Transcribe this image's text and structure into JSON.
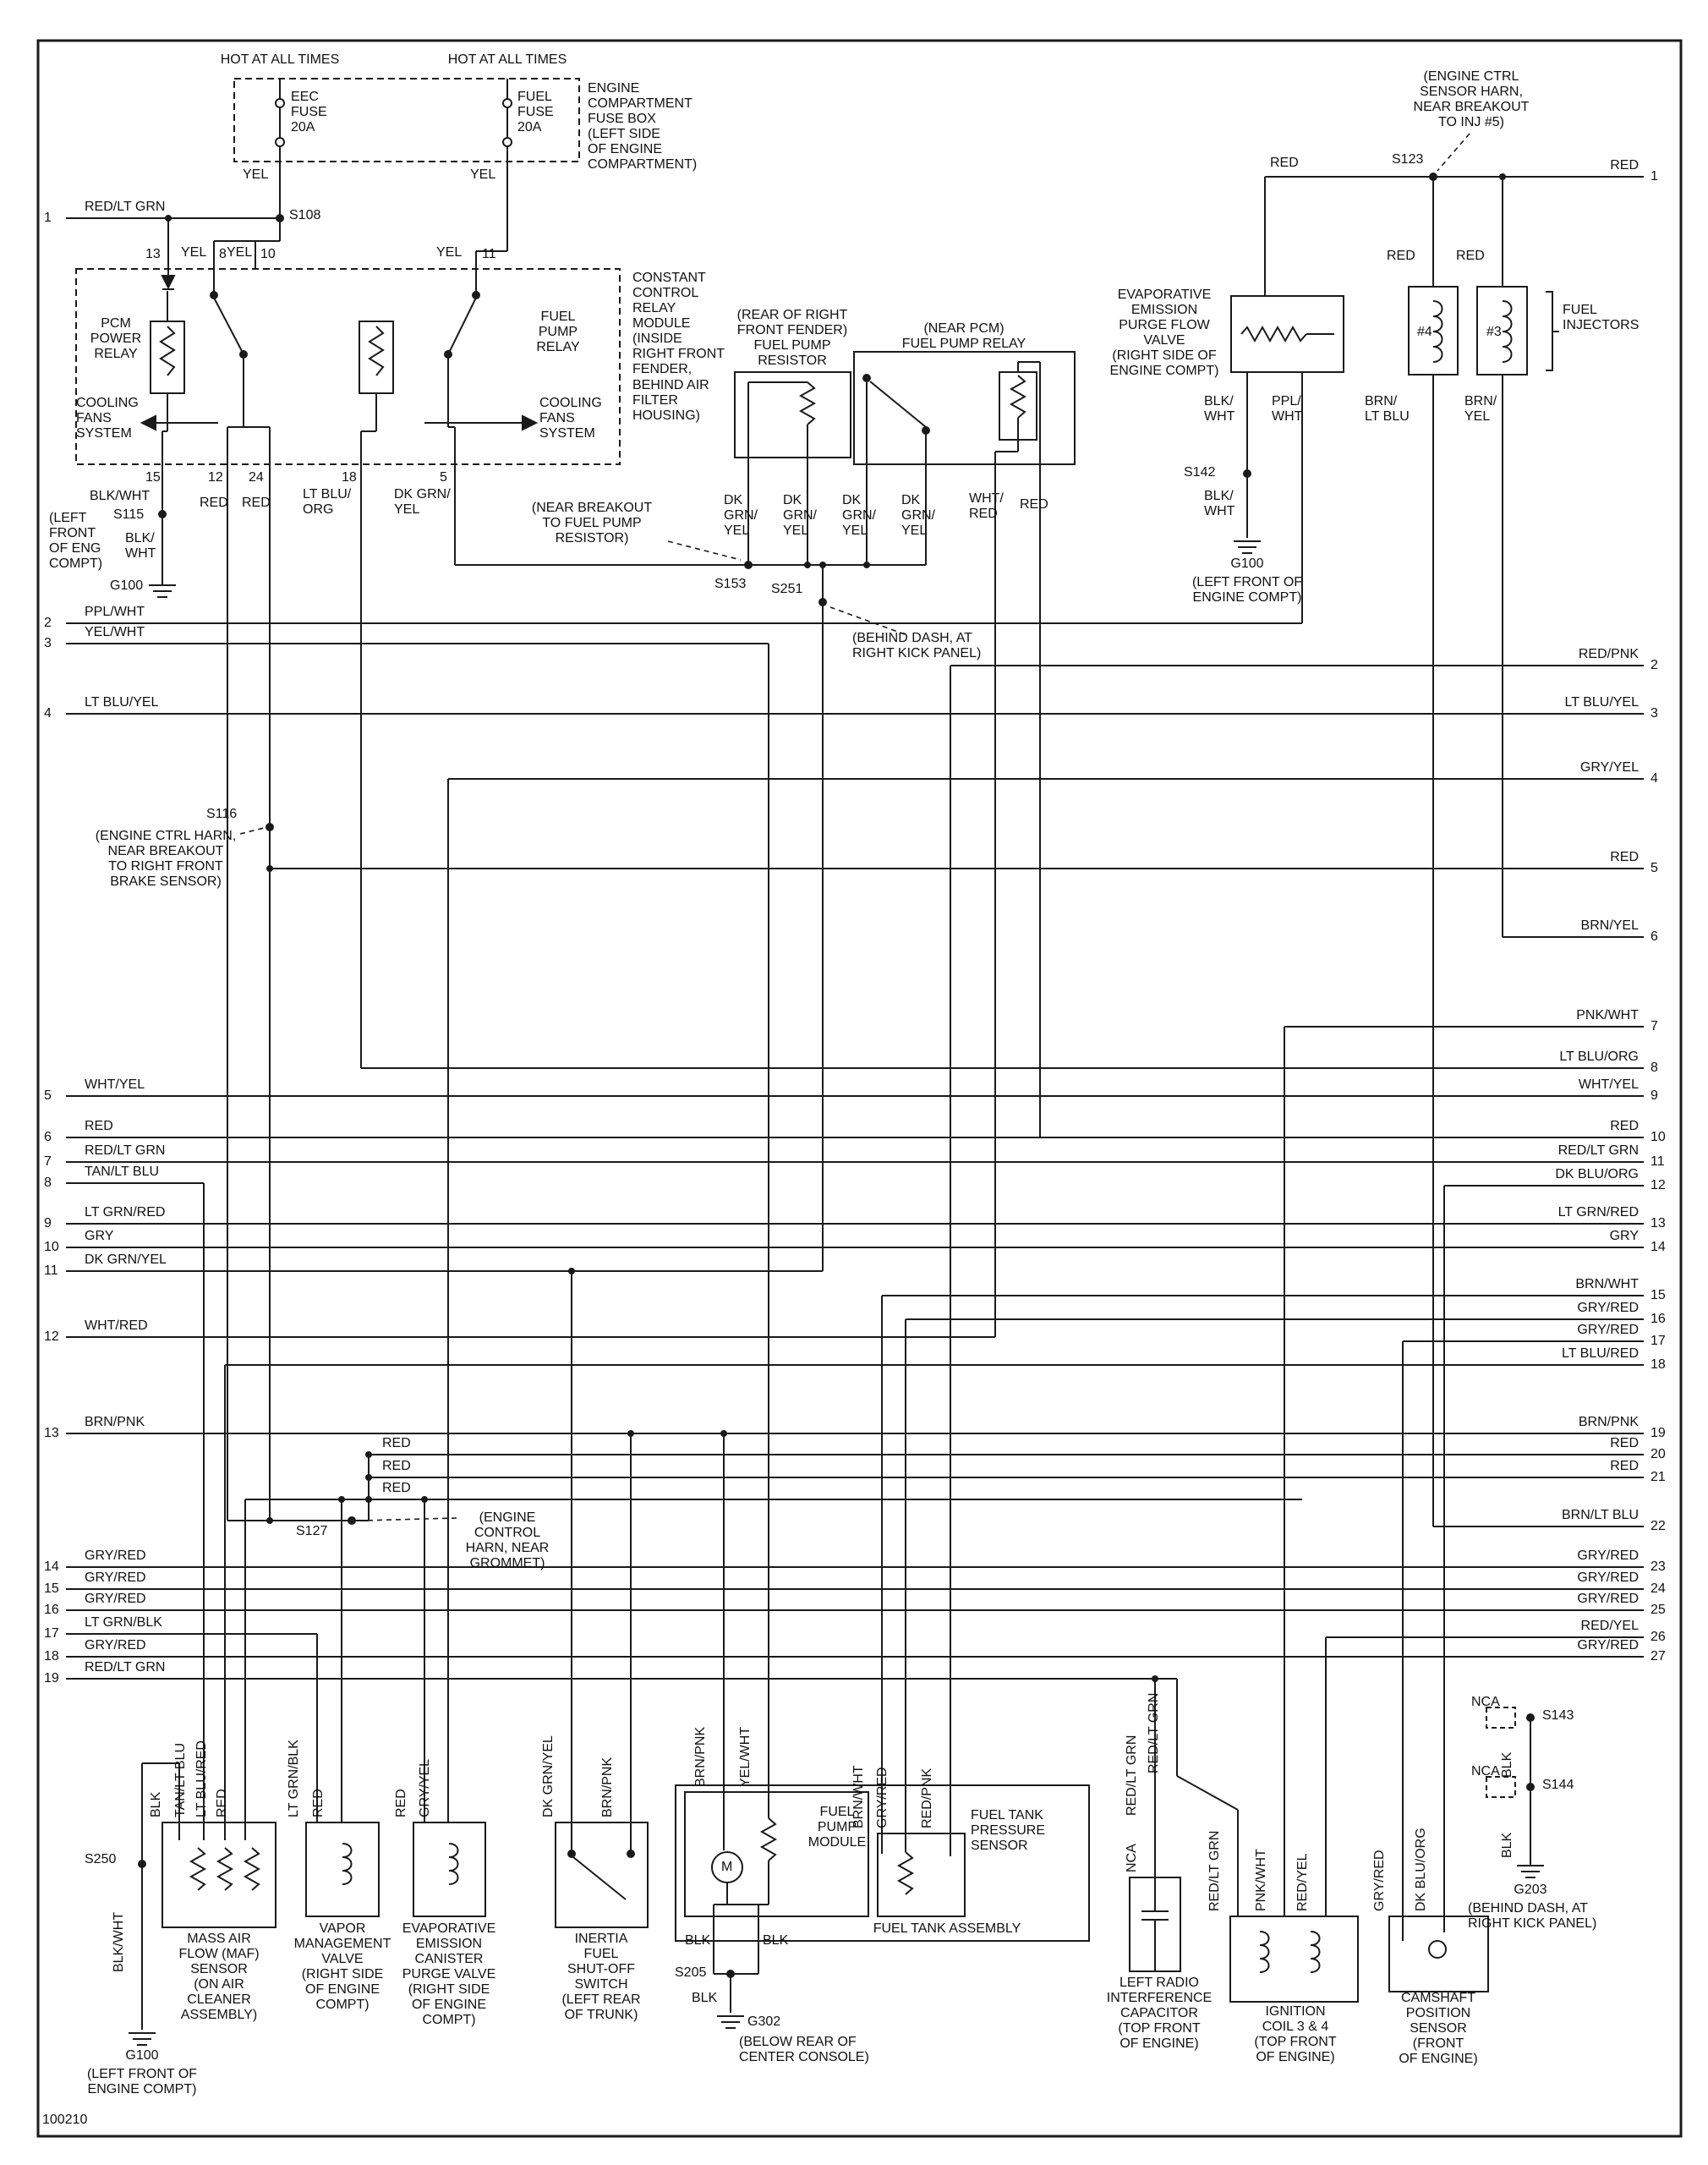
{
  "doc": {
    "number": "100210"
  },
  "labels": {
    "hot1": "HOT AT ALL TIMES",
    "hot2": "HOT AT ALL TIMES",
    "eec_fuse": "EEC\nFUSE\n20A",
    "fuel_fuse": "FUEL\nFUSE\n20A",
    "fusebox_loc": "ENGINE\nCOMPARTMENT\nFUSE BOX\n(LEFT SIDE\nOF ENGINE\nCOMPARTMENT)",
    "yel_a": "YEL",
    "yel_b": "YEL",
    "s108": "S108",
    "pin13": "13",
    "yel8": "YEL",
    "pin8": "8",
    "yel10": "YEL",
    "pin10": "10",
    "yel11": "YEL",
    "pin11": "11",
    "ccrm_loc": "CONSTANT\nCONTROL\nRELAY\nMODULE\n(INSIDE\nRIGHT FRONT\nFENDER,\nBEHIND AIR\nFILTER\nHOUSING)",
    "pcm_relay": "PCM\nPOWER\nRELAY",
    "fp_relay": "FUEL\nPUMP\nRELAY",
    "cooling_l": "COOLING\nFANS\nSYSTEM",
    "cooling_r": "COOLING\nFANS\nSYSTEM",
    "pin15": "15",
    "pin12": "12",
    "pin24": "24",
    "pin18": "18",
    "pin5": "5",
    "blkwht_p15": "BLK/WHT",
    "s115": "S115",
    "red_p12": "RED",
    "red_p24": "RED",
    "ltbluorg_p18": "LT BLU/\nORG",
    "dkgrnyel_p5": "DK GRN/\nYEL",
    "eng_compt_l": "(LEFT\nFRONT\nOF ENG\nCOMPT)",
    "blkwht_g": "BLK/\nWHT",
    "g100_a": "G100",
    "fpr_loc": "(REAR OF RIGHT\nFRONT FENDER)\nFUEL PUMP\nRESISTOR",
    "npcm_loc": "(NEAR PCM)\nFUEL PUMP RELAY",
    "dgy1": "DK\nGRN/\nYEL",
    "dgy2": "DK\nGRN/\nYEL",
    "dgy3": "DK\nGRN/\nYEL",
    "dgy4": "DK\nGRN/\nYEL",
    "whtred_r": "WHT/\nRED",
    "red_r": "RED",
    "s153_loc": "(NEAR BREAKOUT\nTO FUEL PUMP\nRESISTOR)",
    "s153": "S153",
    "s251": "S251",
    "s251_loc": "(BEHIND DASH, AT\nRIGHT KICK PANEL)",
    "evap_loc": "EVAPORATIVE\nEMISSION\nPURGE FLOW\nVALVE\n(RIGHT SIDE OF\nENGINE COMPT)",
    "s123_loc": "(ENGINE CTRL\nSENSOR HARN,\nNEAR BREAKOUT\nTO INJ #5)",
    "s123": "S123",
    "red_t1": "RED",
    "red_inj4": "RED",
    "red_inj3": "RED",
    "inj4": "#4",
    "inj3": "#3",
    "fuel_injectors": "FUEL\nINJECTORS",
    "blkwht_ev": "BLK/\nWHT",
    "pplwht_ev": "PPL/\nWHT",
    "brnltblu_inj": "BRN/\nLT BLU",
    "brnyel_inj": "BRN/\nYEL",
    "s142": "S142",
    "blkwht_s142": "BLK/\nWHT",
    "g100_b": "G100",
    "g100_b_loc": "(LEFT FRONT OF\nENGINE COMPT)",
    "s116": "S116",
    "s116_loc": "(ENGINE CTRL HARN,\nNEAR BREAKOUT\nTO RIGHT FRONT\nBRAKE SENSOR)",
    "s127": "S127",
    "s127_loc": "(ENGINE\nCONTROL\nHARN, NEAR\nGROMMET)",
    "red_s1": "RED",
    "red_s2": "RED",
    "red_s3": "RED",
    "s250": "S250",
    "blkwht_s250": "BLK/WHT",
    "g100_c": "G100",
    "g100_c_loc": "(LEFT FRONT OF\nENGINE COMPT)",
    "maf": "MASS AIR\nFLOW (MAF)\nSENSOR\n(ON AIR\nCLEANER\nASSEMBLY)",
    "vmv": "VAPOR\nMANAGEMENT\nVALVE\n(RIGHT SIDE\nOF ENGINE\nCOMPT)",
    "ecpv": "EVAPORATIVE\nEMISSION\nCANISTER\nPURGE VALVE\n(RIGHT SIDE\nOF ENGINE\nCOMPT)",
    "inertia": "INERTIA\nFUEL\nSHUT-OFF\nSWITCH\n(LEFT REAR\nOF TRUNK)",
    "fpm": "FUEL\nPUMP\nMODULE",
    "m": "M",
    "ftps": "FUEL TANK\nPRESSURE\nSENSOR",
    "fta": "FUEL TANK ASSEMBLY",
    "blk1": "BLK",
    "blk2": "BLK",
    "blk3": "BLK",
    "s205": "S205",
    "g302": "G302",
    "g302_loc": "(BELOW REAR OF\nCENTER CONSOLE)",
    "lric": "LEFT RADIO\nINTERFERENCE\nCAPACITOR\n(TOP FRONT\nOF ENGINE)",
    "ic34": "IGNITION\nCOIL 3 & 4\n(TOP FRONT\nOF ENGINE)",
    "cps": "CAMSHAFT\nPOSITION\nSENSOR\n(FRONT\nOF ENGINE)",
    "nca1": "NCA",
    "s143": "S143",
    "blk_a": "BLK",
    "nca2": "NCA",
    "s144": "S144",
    "blk_b": "BLK",
    "g203": "G203",
    "g203_loc": "(BEHIND DASH, AT\nRIGHT KICK PANEL)",
    "v_blk": "BLK",
    "v_tanltblu": "TAN/LT BLU",
    "v_ltblured": "LT BLU/RED",
    "v_red1": "RED",
    "v_ltgrnblk": "LT GRN/BLK",
    "v_red2": "RED",
    "v_red3": "RED",
    "v_gryyel": "GRY/YEL",
    "v_dkgrnyel": "DK GRN/YEL",
    "v_brnpnk1": "BRN/PNK",
    "v_brnpnk2": "BRN/PNK",
    "v_yelwht": "YEL/WHT",
    "v_brnwht": "BRN/WHT",
    "v_gryred1": "GRY/RED",
    "v_redpnk": "RED/PNK",
    "v_rlg1": "RED/LT GRN",
    "v_rlg2": "RED/LT GRN",
    "v_nca": "NCA",
    "v_rlg3": "RED/LT GRN",
    "v_pnkwht": "PNK/WHT",
    "v_redyel": "RED/YEL",
    "v_gryred2": "GRY/RED",
    "v_dkbluorg": "DK BLU/ORG"
  },
  "left_wires": [
    {
      "n": "1",
      "c": "RED/LT GRN"
    },
    {
      "n": "2",
      "c": "PPL/WHT"
    },
    {
      "n": "3",
      "c": "YEL/WHT"
    },
    {
      "n": "4",
      "c": "LT BLU/YEL"
    },
    {
      "n": "5",
      "c": "WHT/YEL"
    },
    {
      "n": "6",
      "c": "RED"
    },
    {
      "n": "7",
      "c": "RED/LT GRN"
    },
    {
      "n": "8",
      "c": "TAN/LT BLU"
    },
    {
      "n": "9",
      "c": "LT GRN/RED"
    },
    {
      "n": "10",
      "c": "GRY"
    },
    {
      "n": "11",
      "c": "DK GRN/YEL"
    },
    {
      "n": "12",
      "c": "WHT/RED"
    },
    {
      "n": "13",
      "c": "BRN/PNK"
    },
    {
      "n": "14",
      "c": "GRY/RED"
    },
    {
      "n": "15",
      "c": "GRY/RED"
    },
    {
      "n": "16",
      "c": "GRY/RED"
    },
    {
      "n": "17",
      "c": "LT GRN/BLK"
    },
    {
      "n": "18",
      "c": "GRY/RED"
    },
    {
      "n": "19",
      "c": "RED/LT GRN"
    }
  ],
  "right_wires": [
    {
      "n": "1",
      "c": "RED"
    },
    {
      "n": "2",
      "c": "RED/PNK"
    },
    {
      "n": "3",
      "c": "LT BLU/YEL"
    },
    {
      "n": "4",
      "c": "GRY/YEL"
    },
    {
      "n": "5",
      "c": "RED"
    },
    {
      "n": "6",
      "c": "BRN/YEL"
    },
    {
      "n": "7",
      "c": "PNK/WHT"
    },
    {
      "n": "8",
      "c": "LT BLU/ORG"
    },
    {
      "n": "9",
      "c": "WHT/YEL"
    },
    {
      "n": "10",
      "c": "RED"
    },
    {
      "n": "11",
      "c": "RED/LT GRN"
    },
    {
      "n": "12",
      "c": "DK BLU/ORG"
    },
    {
      "n": "13",
      "c": "LT GRN/RED"
    },
    {
      "n": "14",
      "c": "GRY"
    },
    {
      "n": "15",
      "c": "BRN/WHT"
    },
    {
      "n": "16",
      "c": "GRY/RED"
    },
    {
      "n": "17",
      "c": "GRY/RED"
    },
    {
      "n": "18",
      "c": "LT BLU/RED"
    },
    {
      "n": "19",
      "c": "BRN/PNK"
    },
    {
      "n": "20",
      "c": "RED"
    },
    {
      "n": "21",
      "c": "RED"
    },
    {
      "n": "22",
      "c": "BRN/LT BLU"
    },
    {
      "n": "23",
      "c": "GRY/RED"
    },
    {
      "n": "24",
      "c": "GRY/RED"
    },
    {
      "n": "25",
      "c": "GRY/RED"
    },
    {
      "n": "26",
      "c": "RED/YEL"
    },
    {
      "n": "27",
      "c": "GRY/RED"
    }
  ]
}
